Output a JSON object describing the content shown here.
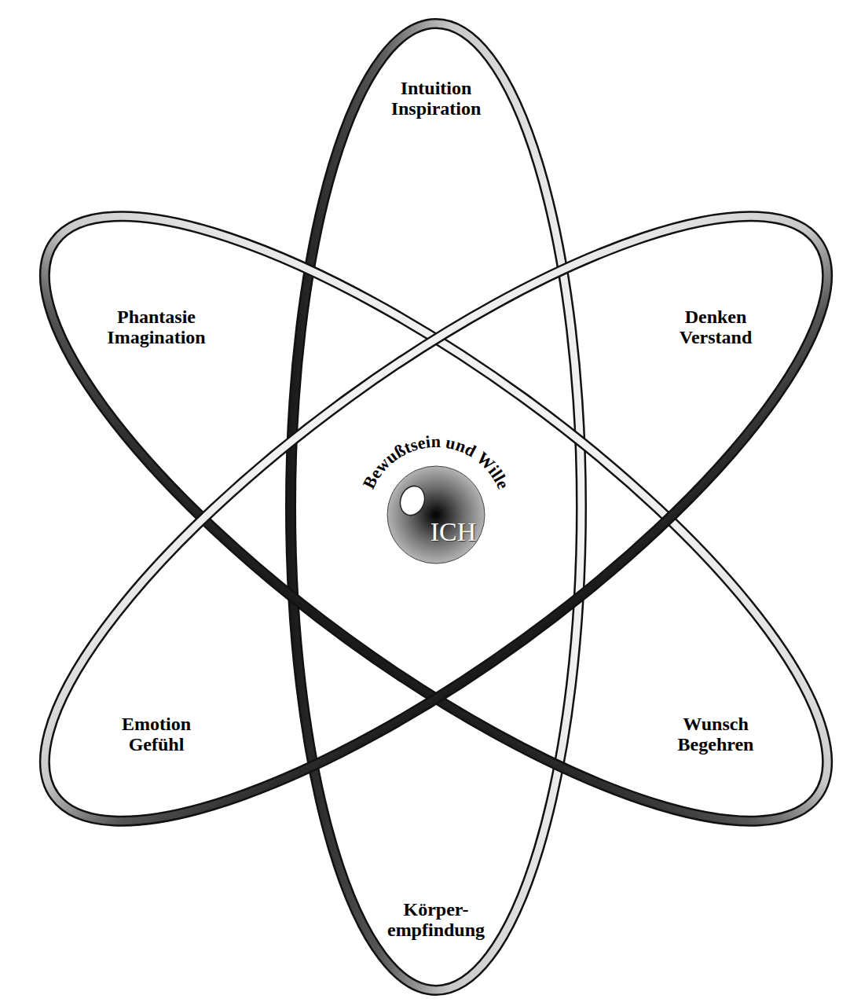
{
  "diagram": {
    "nodes": [
      {
        "text": [
          "Bewußtsein und Wille",
          "ICH"
        ]
      }
    ],
    "labels": [
      "Intuition Inspiration",
      "Phantasie Imagination",
      "Denken Verstand",
      "Emotion Gefühl",
      "Wunsch Begehren",
      "Körper- empfindung"
    ]
  }
}
